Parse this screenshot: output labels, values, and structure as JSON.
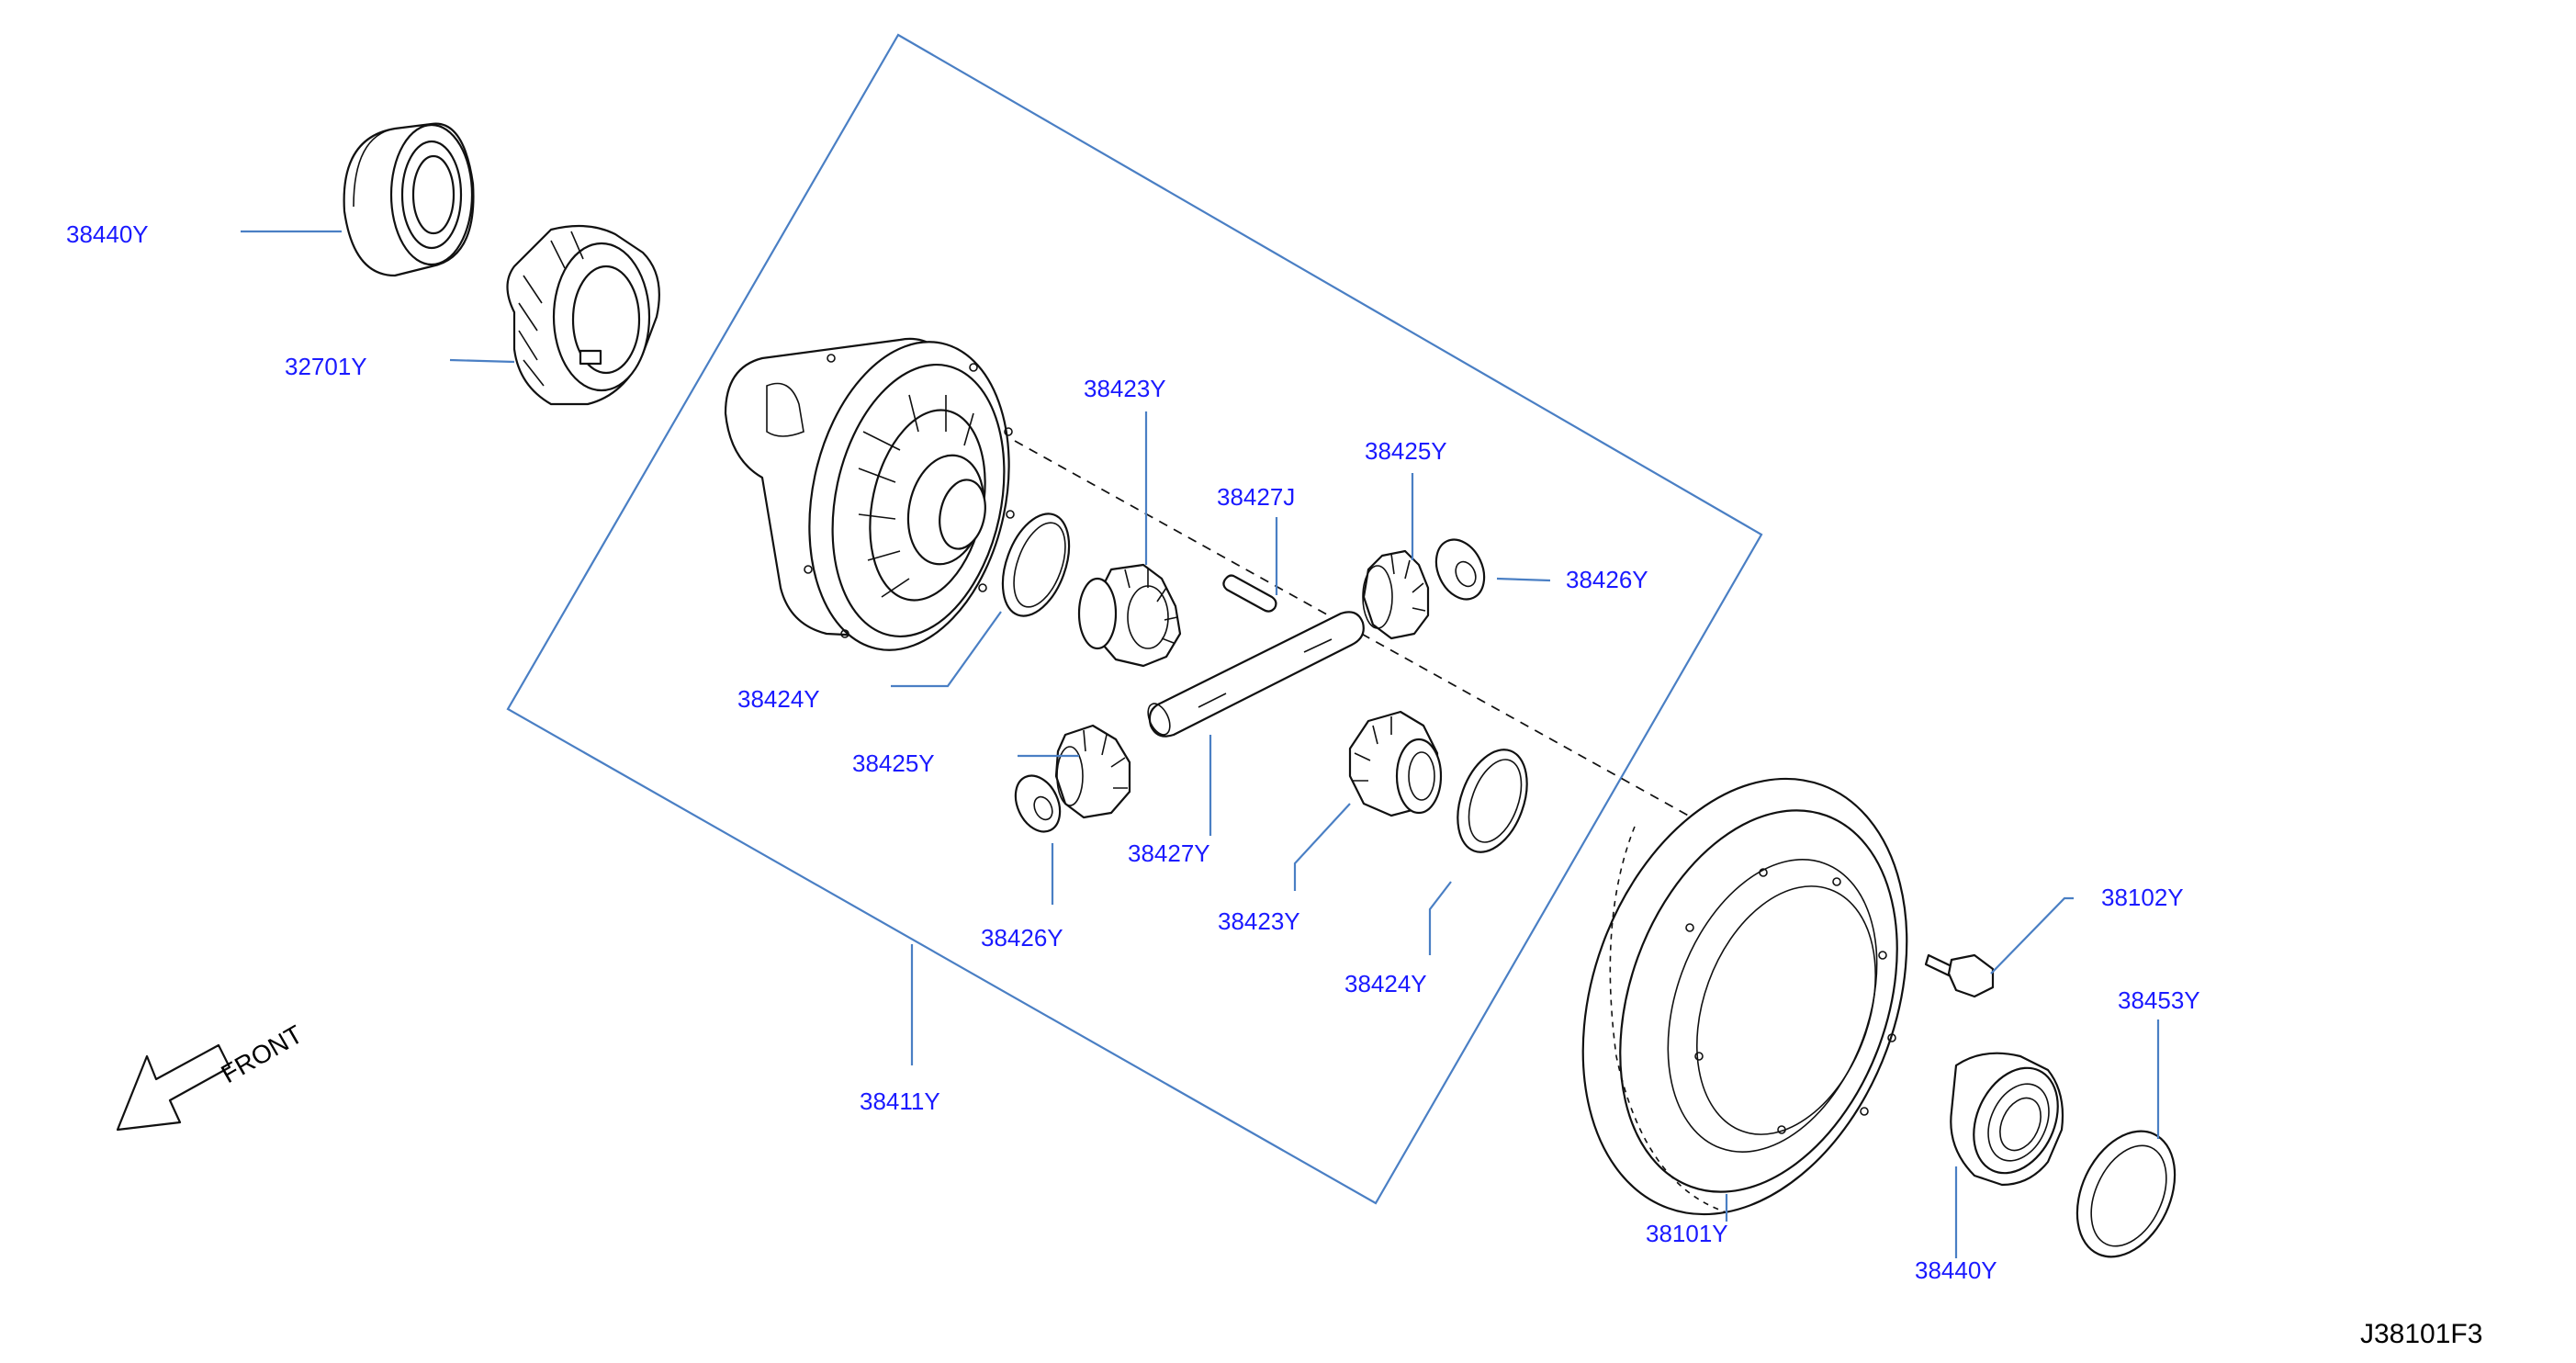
{
  "diagram_code": "J38101F3",
  "front_label": "FRONT",
  "parts": {
    "bearing_top": "38440Y",
    "speedo_gear": "32701Y",
    "pinion_mate_top": "38423Y",
    "pinion_shaft_pin": "38427J",
    "side_gear_right": "38425Y",
    "washer_right": "38426Y",
    "thrust_washer_left": "38424Y",
    "side_gear_left": "38425Y",
    "washer_left": "38426Y",
    "pinion_shaft": "38427Y",
    "pinion_mate_bottom": "38423Y",
    "thrust_washer_bottom": "38424Y",
    "diff_case": "38411Y",
    "final_gear": "38101Y",
    "final_gear_bolt": "38102Y",
    "shim": "38453Y",
    "bearing_bottom": "38440Y"
  },
  "colors": {
    "label": "#1a1aff",
    "leader": "#4a7fc4",
    "line": "#111111"
  }
}
